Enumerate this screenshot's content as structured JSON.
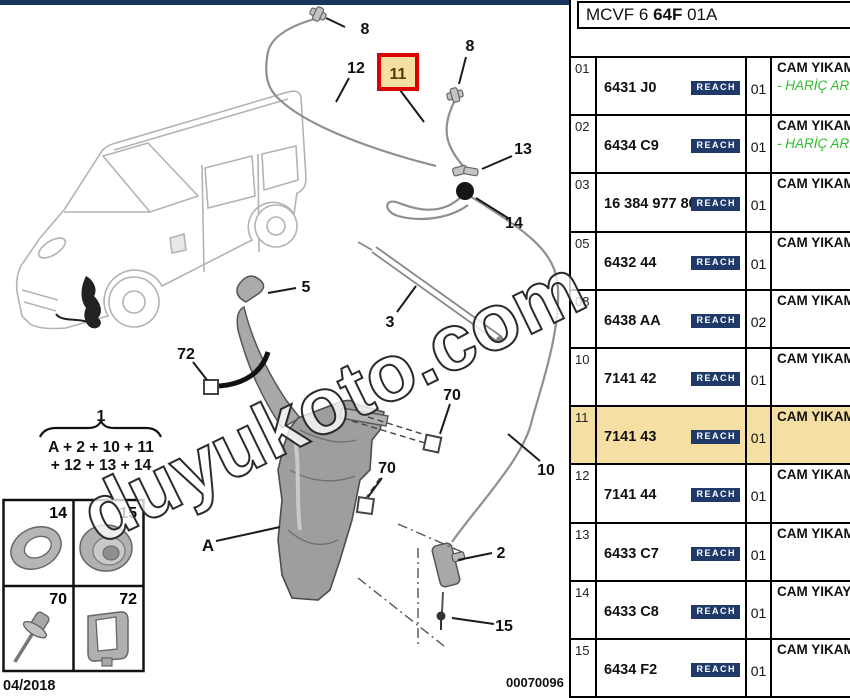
{
  "title": {
    "prefix": "MCVF 6 ",
    "bold": "64F",
    "suffix": " 01A"
  },
  "table": {
    "badge_label": "REACH",
    "rows": [
      {
        "ref": "01",
        "part": "6431 J0",
        "qty": "01",
        "desc": "CAM YIKAMA",
        "desc2": "- HARİÇ ARK",
        "highlighted": false
      },
      {
        "ref": "02",
        "part": "6434 C9",
        "qty": "01",
        "desc": "CAM YIKAMA",
        "desc2": "- HARİÇ ARK",
        "highlighted": false
      },
      {
        "ref": "03",
        "part": "16 384 977 80",
        "qty": "01",
        "desc": "CAM YIKAMA",
        "highlighted": false
      },
      {
        "ref": "05",
        "part": "6432 44",
        "qty": "01",
        "desc": "CAM YIKAMA",
        "highlighted": false
      },
      {
        "ref": "08",
        "part": "6438 AA",
        "qty": "02",
        "desc": "CAM YIKAMA",
        "highlighted": false
      },
      {
        "ref": "10",
        "part": "7141 42",
        "qty": "01",
        "desc": "CAM YIKAMA",
        "highlighted": false
      },
      {
        "ref": "11",
        "part": "7141 43",
        "qty": "01",
        "desc": "CAM YIKAMA",
        "highlighted": true
      },
      {
        "ref": "12",
        "part": "7141 44",
        "qty": "01",
        "desc": "CAM YIKAMA",
        "highlighted": false
      },
      {
        "ref": "13",
        "part": "6433 C7",
        "qty": "01",
        "desc": "CAM YIKAMA",
        "highlighted": false
      },
      {
        "ref": "14",
        "part": "6433 C8",
        "qty": "01",
        "desc": "CAM YIKAYIC",
        "highlighted": false
      },
      {
        "ref": "15",
        "part": "6434 F2",
        "qty": "01",
        "desc": "CAM YIKAMA",
        "highlighted": false
      }
    ]
  },
  "diagram": {
    "callouts": {
      "c8a": "8",
      "c8b": "8",
      "c11": "11",
      "c12": "12",
      "c13": "13",
      "c14": "14",
      "c5": "5",
      "c3": "3",
      "c72": "72",
      "c70a": "70",
      "c70b": "70",
      "c10": "10",
      "cA": "A",
      "c2": "2",
      "c15": "15",
      "c1": "1"
    },
    "legend": {
      "line1": "A + 2 + 10 + 11",
      "line2": "+ 12 + 13 + 14"
    },
    "inset": {
      "cell1": "14",
      "cell2": "15",
      "cell3": "70",
      "cell4": "72"
    },
    "date": "04/2018",
    "doc_number": "00070096",
    "watermark": "duyukoto.com"
  },
  "colors": {
    "highlight": "#F5DFA2",
    "badge_bg": "#1F3A68",
    "green_text": "#2EBD2E",
    "red_box_border": "#DD0000",
    "top_bar": "#17375E"
  }
}
